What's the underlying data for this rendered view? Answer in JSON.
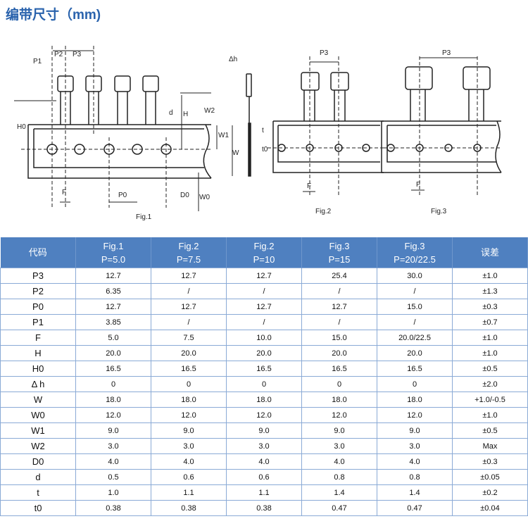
{
  "title": "编带尺寸（mm)",
  "diagram": {
    "labels": {
      "P1": "P1",
      "P2": "P2",
      "P3": "P3",
      "H0": "H0",
      "H": "H",
      "d": "d",
      "W2": "W2",
      "W1": "W1",
      "W": "W",
      "W0": "W0",
      "F": "F",
      "P0": "P0",
      "D0": "D0",
      "dh": "Δh",
      "t": "t",
      "t0": "t0"
    },
    "fig1": "Fig.1",
    "fig2": "Fig.2",
    "fig3": "Fig.3"
  },
  "table": {
    "headers": [
      [
        "代码"
      ],
      [
        "Fig.1",
        "P=5.0"
      ],
      [
        "Fig.2",
        "P=7.5"
      ],
      [
        "Fig.2",
        "P=10"
      ],
      [
        "Fig.3",
        "P=15"
      ],
      [
        "Fig.3",
        "P=20/22.5"
      ],
      [
        "误差"
      ]
    ],
    "rows": [
      [
        "P3",
        "12.7",
        "12.7",
        "12.7",
        "25.4",
        "30.0",
        "±1.0"
      ],
      [
        "P2",
        "6.35",
        "/",
        "/",
        "/",
        "/",
        "±1.3"
      ],
      [
        "P0",
        "12.7",
        "12.7",
        "12.7",
        "12.7",
        "15.0",
        "±0.3"
      ],
      [
        "P1",
        "3.85",
        "/",
        "/",
        "/",
        "/",
        "±0.7"
      ],
      [
        "F",
        "5.0",
        "7.5",
        "10.0",
        "15.0",
        "20.0/22.5",
        "±1.0"
      ],
      [
        "H",
        "20.0",
        "20.0",
        "20.0",
        "20.0",
        "20.0",
        "±1.0"
      ],
      [
        "H0",
        "16.5",
        "16.5",
        "16.5",
        "16.5",
        "16.5",
        "±0.5"
      ],
      [
        "Δ h",
        "0",
        "0",
        "0",
        "0",
        "0",
        "±2.0"
      ],
      [
        "W",
        "18.0",
        "18.0",
        "18.0",
        "18.0",
        "18.0",
        "+1.0/-0.5"
      ],
      [
        "W0",
        "12.0",
        "12.0",
        "12.0",
        "12.0",
        "12.0",
        "±1.0"
      ],
      [
        "W1",
        "9.0",
        "9.0",
        "9.0",
        "9.0",
        "9.0",
        "±0.5"
      ],
      [
        "W2",
        "3.0",
        "3.0",
        "3.0",
        "3.0",
        "3.0",
        "Max"
      ],
      [
        "D0",
        "4.0",
        "4.0",
        "4.0",
        "4.0",
        "4.0",
        "±0.3"
      ],
      [
        "d",
        "0.5",
        "0.6",
        "0.6",
        "0.8",
        "0.8",
        "±0.05"
      ],
      [
        "t",
        "1.0",
        "1.1",
        "1.1",
        "1.4",
        "1.4",
        "±0.2"
      ],
      [
        "t0",
        "0.38",
        "0.38",
        "0.38",
        "0.47",
        "0.47",
        "±0.04"
      ]
    ]
  }
}
